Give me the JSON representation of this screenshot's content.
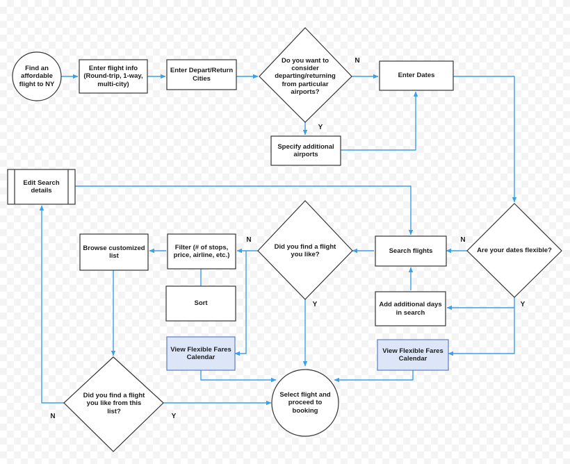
{
  "colors": {
    "arrow": "#3ba0e6",
    "node_border": "#333333",
    "highlight_fill": "#dce6f8",
    "highlight_border": "#5b7bbd"
  },
  "nodes": {
    "start": "Find an affordable flight to NY",
    "flight_info": "Enter flight info (Round-trip, 1-way, multi-city)",
    "depart_return": "Enter Depart/Return Cities",
    "airports_decision": "Do you want to consider departing/returning from particular airports?",
    "enter_dates": "Enter Dates",
    "specify_airports": "Specify additional airports",
    "edit_search": "Edit Search details",
    "browse_list": "Browse customized list",
    "filter": "Filter (# of stops, price, airline, etc.)",
    "flight_decision": "Did you find a flight you like?",
    "search_flights": "Search flights",
    "dates_flexible": "Are your dates flexible?",
    "sort": "Sort",
    "add_days": "Add additional days in search",
    "flex_calendar_left": "View Flexible Fares Calendar",
    "flex_calendar_right": "View Flexible Fares Calendar",
    "list_decision": "Did you find a flight you like from this list?",
    "select_flight": "Select flight and proceed to booking"
  },
  "edge_labels": {
    "airports_no": "N",
    "airports_yes": "Y",
    "flexible_no": "N",
    "flexible_yes": "Y",
    "flight_no": "N",
    "flight_yes": "Y",
    "list_no": "N",
    "list_yes": "Y"
  }
}
